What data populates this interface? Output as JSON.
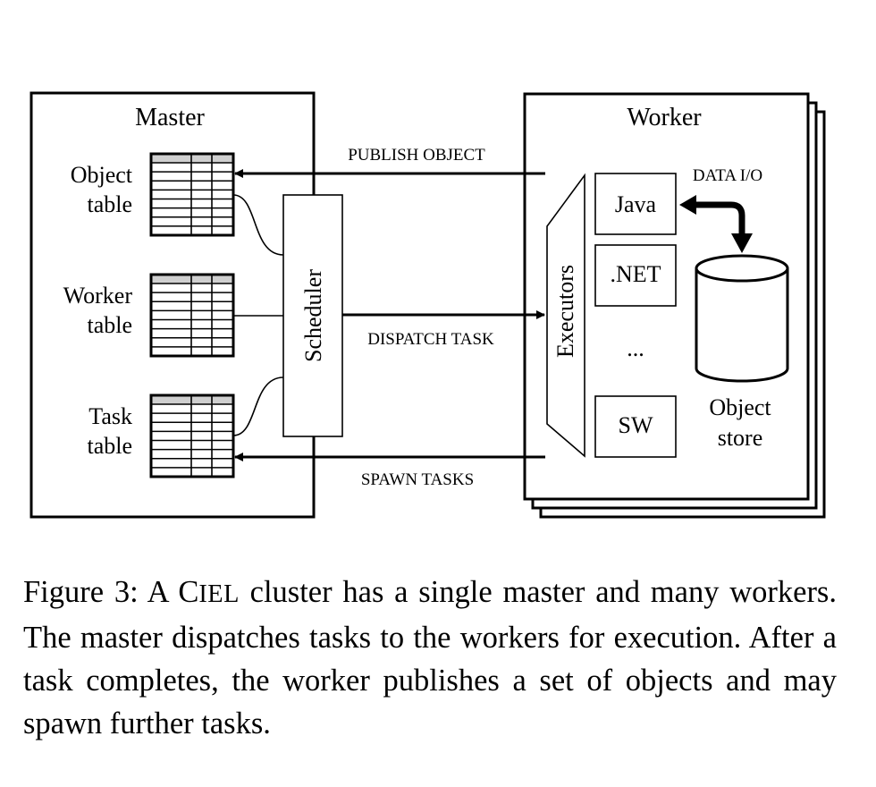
{
  "master": {
    "title": "Master",
    "tables": [
      {
        "line1": "Object",
        "line2": "table"
      },
      {
        "line1": "Worker",
        "line2": "table"
      },
      {
        "line1": "Task",
        "line2": "table"
      }
    ],
    "scheduler": "Scheduler"
  },
  "worker": {
    "title": "Worker",
    "executors": "Executors",
    "executor_items": [
      "Java",
      ".NET",
      "...",
      "SW"
    ],
    "store_line1": "Object",
    "store_line2": "store"
  },
  "arrows": {
    "publish": "PUBLISH OBJECT",
    "dispatch": "DISPATCH TASK",
    "spawn": "SPAWN TASKS",
    "data_io": "DATA I/O"
  },
  "caption": {
    "prefix": "Figure 3: A ",
    "name_first": "C",
    "name_rest": "IEL",
    "text": " cluster has a single master and many workers. The master dispatches tasks to the workers for execution.  After a task completes, the worker publishes a set of objects and may spawn further tasks."
  }
}
